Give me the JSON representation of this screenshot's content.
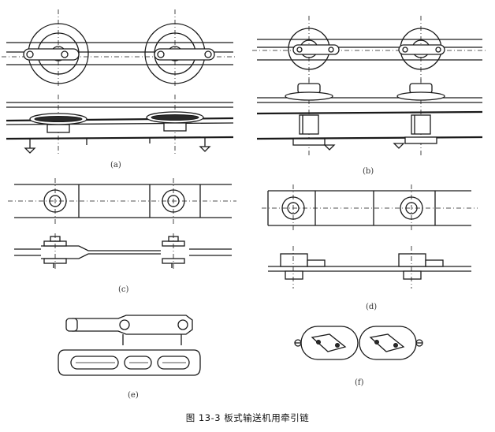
{
  "figure": {
    "caption": "图 13-3   板式输送机用牵引链",
    "sub_labels": {
      "a": "(a)",
      "b": "(b)",
      "c": "(c)",
      "d": "(d)",
      "e": "(e)",
      "f": "(f)"
    }
  },
  "colors": {
    "ink": "#1a1a1a",
    "paper": "#ffffff"
  }
}
